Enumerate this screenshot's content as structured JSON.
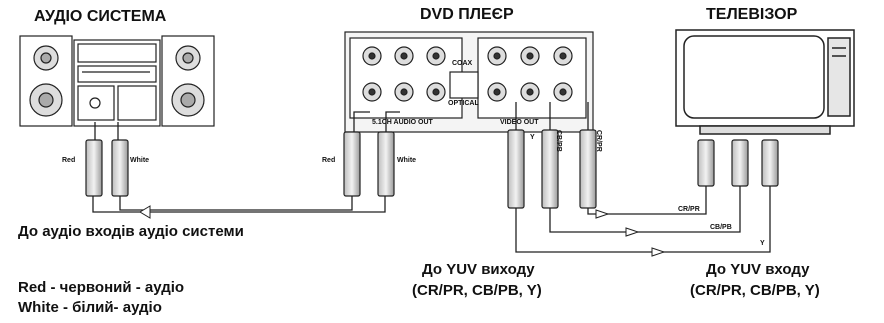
{
  "titles": {
    "audio_system": "АУДІО СИСТЕМА",
    "dvd_player": "DVD ПЛЕЄР",
    "tv": "ТЕЛЕВІЗОР"
  },
  "plugs": {
    "audio_left_red": "Red",
    "audio_left_white": "White",
    "audio_right_red": "Red",
    "audio_right_white": "White"
  },
  "signals": {
    "y": "Y",
    "cb_pb": "CB/PB",
    "cr_pr": "CR/PR"
  },
  "cable_labels": {
    "cr_pr": "CR/PR",
    "cb_pb": "CB/PB",
    "y": "Y"
  },
  "captions": {
    "audio_input": "До аудіо входів аудіо системи",
    "red_line": "Red  -  червоний - аудіо",
    "white_line": "White  -  білий- аудіо",
    "yuv_out_1": "До YUV виходу",
    "yuv_out_2": "(CR/PR, CB/PB, Y)",
    "yuv_in_1": "До YUV входу",
    "yuv_in_2": "(CR/PR, CB/PB, Y)"
  },
  "dvd_panel": {
    "optical": "OPTICAL",
    "coax": "COAX",
    "audio_out": "5.1CH AUDIO OUT",
    "video_out": "VIDEO OUT"
  }
}
